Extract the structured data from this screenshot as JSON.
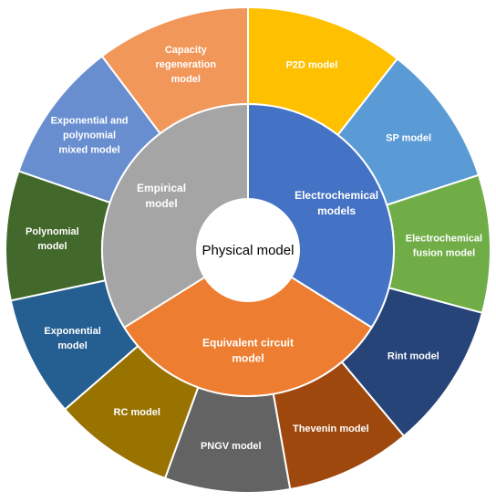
{
  "center": {
    "label": "Physical model"
  },
  "inner_ring": [
    {
      "lines": [
        "Electrochemical",
        "models"
      ],
      "color": "#4472c4"
    },
    {
      "lines": [
        "Equivalent circuit",
        "model"
      ],
      "color": "#ed7d31"
    },
    {
      "lines": [
        "Empirical",
        "model"
      ],
      "color": "#a5a5a5"
    }
  ],
  "outer_ring": [
    {
      "lines": [
        "P2D model"
      ],
      "color": "#ffc000"
    },
    {
      "lines": [
        "SP model"
      ],
      "color": "#5b9bd5"
    },
    {
      "lines": [
        "Electrochemical",
        "fusion model"
      ],
      "color": "#70ad47"
    },
    {
      "lines": [
        "Rint model"
      ],
      "color": "#264478"
    },
    {
      "lines": [
        "Thevenin model"
      ],
      "color": "#9e480e"
    },
    {
      "lines": [
        "PNGV model"
      ],
      "color": "#636363"
    },
    {
      "lines": [
        "RC model"
      ],
      "color": "#997300"
    },
    {
      "lines": [
        "Exponential",
        "model"
      ],
      "color": "#255e91"
    },
    {
      "lines": [
        "Polynomial",
        "model"
      ],
      "color": "#43682b"
    },
    {
      "lines": [
        "Exponential and",
        "polynomial",
        "mixed model"
      ],
      "color": "#698ed0"
    },
    {
      "lines": [
        "Capacity",
        "regeneration",
        "model"
      ],
      "color": "#f1975a"
    }
  ]
}
